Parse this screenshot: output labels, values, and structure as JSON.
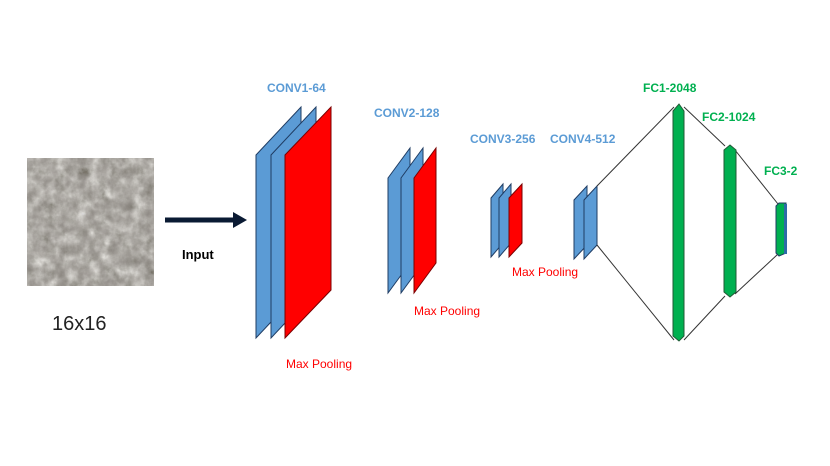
{
  "input": {
    "label": "Input",
    "size_label": "16x16",
    "image_icon": "texture-image"
  },
  "conv_layers": [
    {
      "label": "CONV1-64"
    },
    {
      "label": "CONV2-128"
    },
    {
      "label": "CONV3-256"
    },
    {
      "label": "CONV4-512"
    }
  ],
  "pooling": [
    {
      "label": "Max Pooling"
    },
    {
      "label": "Max Pooling"
    },
    {
      "label": "Max Pooling"
    }
  ],
  "fc_layers": [
    {
      "label": "FC1-2048"
    },
    {
      "label": "FC2-1024"
    },
    {
      "label": "FC3-2"
    }
  ],
  "colors": {
    "conv_blue": "#5b9bd5",
    "pool_red": "#ff0000",
    "fc_green": "#00b050",
    "arrow": "#0a1a33"
  }
}
